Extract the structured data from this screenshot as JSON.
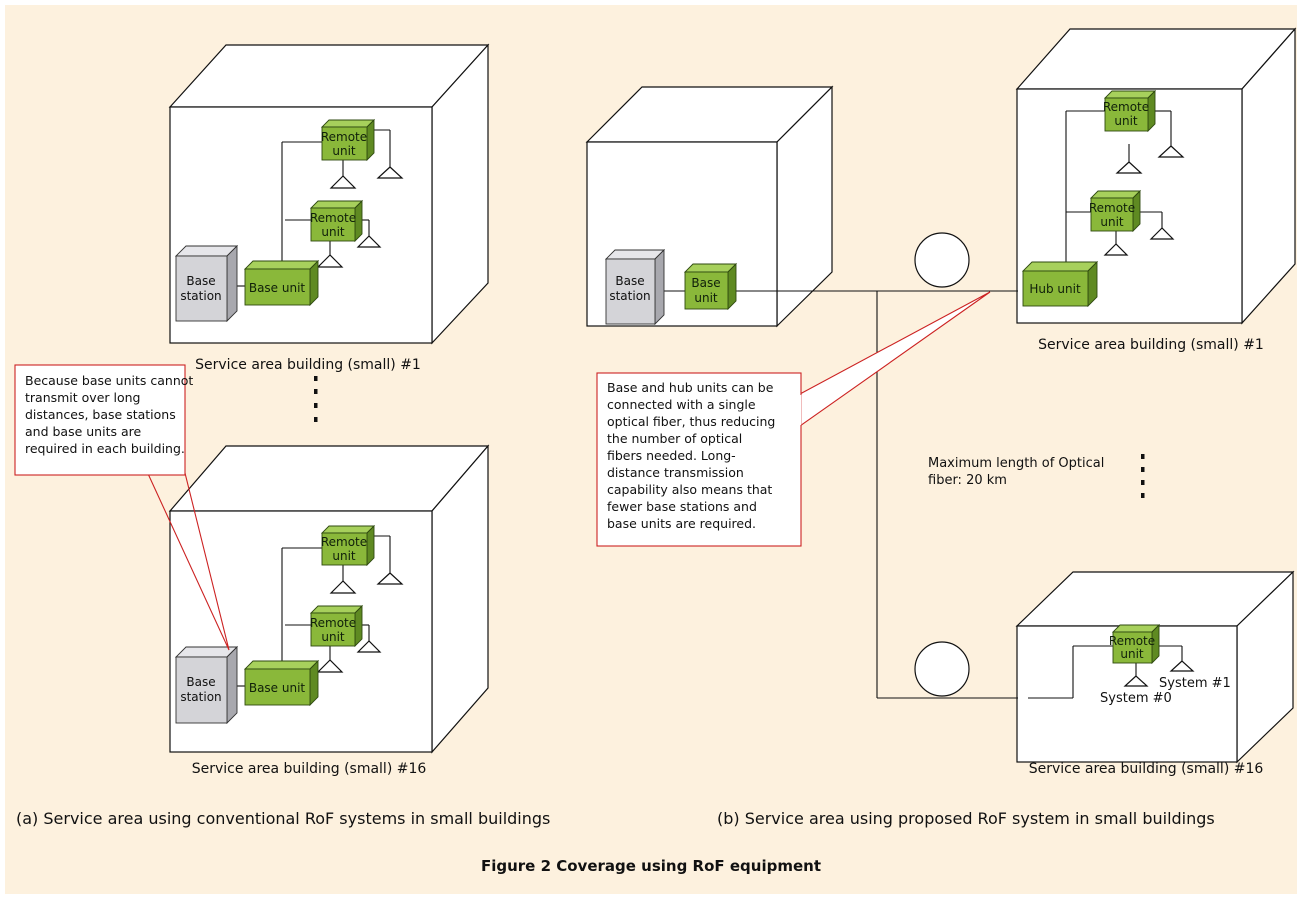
{
  "figure": {
    "title": "Figure 2  Coverage using RoF equipment",
    "subcaption_a": "(a) Service area using conventional RoF systems in small buildings",
    "subcaption_b": "(b) Service area using proposed RoF system in small buildings"
  },
  "labels": {
    "remote_unit_line1": "Remote",
    "remote_unit_line2": "unit",
    "base_unit": "Base unit",
    "base_unit_line1": "Base",
    "base_unit_line2": "unit",
    "base_station_line1": "Base",
    "base_station_line2": "station",
    "hub_unit": "Hub unit",
    "system0": "System #0",
    "system1": "System #1"
  },
  "buildings": {
    "a_top": "Service area building (small) #1",
    "a_bottom": "Service area building (small) #16",
    "b_top": "Service area building (small) #1",
    "b_bottom": "Service area building (small) #16"
  },
  "callouts": {
    "left": [
      "Because base units cannot",
      "transmit over long",
      "distances, base stations",
      "and base units are",
      "required in each building."
    ],
    "right": [
      "Base and hub units can be",
      "connected with a single",
      "optical fiber, thus reducing",
      "the number of optical",
      "fibers needed. Long-",
      "distance transmission",
      "capability also means that",
      "fewer base stations and",
      "base units are required."
    ]
  },
  "fiber_note": {
    "line1": "Maximum length of Optical",
    "line2": "fiber: 20 km"
  }
}
